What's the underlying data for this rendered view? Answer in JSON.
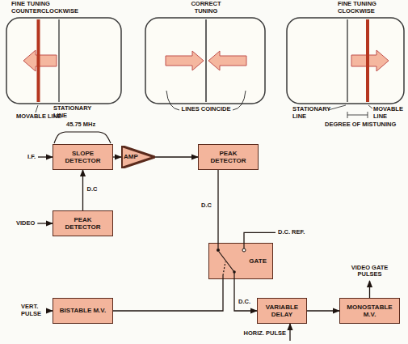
{
  "diagram": {
    "nodes": [
      {
        "text": [
          "SLOPE DETECTOR"
        ]
      },
      {
        "text": [
          "AMP"
        ]
      },
      {
        "text": [
          "PEAK DETECTOR"
        ]
      },
      {
        "text": [
          "PEAK DETECTOR"
        ]
      },
      {
        "text": [
          "GATE"
        ]
      },
      {
        "text": [
          "BISTABLE M.V."
        ]
      },
      {
        "text": [
          "VARIABLE DELAY"
        ]
      },
      {
        "text": [
          "MONOSTABLE M.V."
        ]
      }
    ],
    "edges": [
      {
        "from": 3,
        "to": 0,
        "label": "D.C",
        "arrow": "to"
      },
      {
        "from": 0,
        "to": 1,
        "arrow": "to"
      },
      {
        "from": 1,
        "to": 2,
        "arrow": "to"
      },
      {
        "from": 2,
        "to": 4,
        "label": "D.C",
        "arrow": "none"
      },
      {
        "from": 5,
        "to": 4,
        "arrow": "none"
      },
      {
        "from": 4,
        "to": 6,
        "label": "D.C.",
        "arrow": "to"
      },
      {
        "from": 6,
        "to": 7,
        "arrow": "to"
      }
    ],
    "labels": [
      "FINE TUNING COUNTERCLOCKWISE",
      "MOVABLE LINE",
      "STATIONARY LINE",
      "CORRECT TUNING",
      "LINES COINCIDE",
      "FINE TUNING CLOCKWISE",
      "STATIONARY LINE",
      "DEGREE OF MISTUNING",
      "MOVABLE LINE",
      "45.75 MHz",
      "I.F.",
      "VIDEO",
      "D.C. REF.",
      "VERT. PULSE",
      "HORIZ. PULSE",
      "VIDEO GATE PULSES"
    ]
  }
}
